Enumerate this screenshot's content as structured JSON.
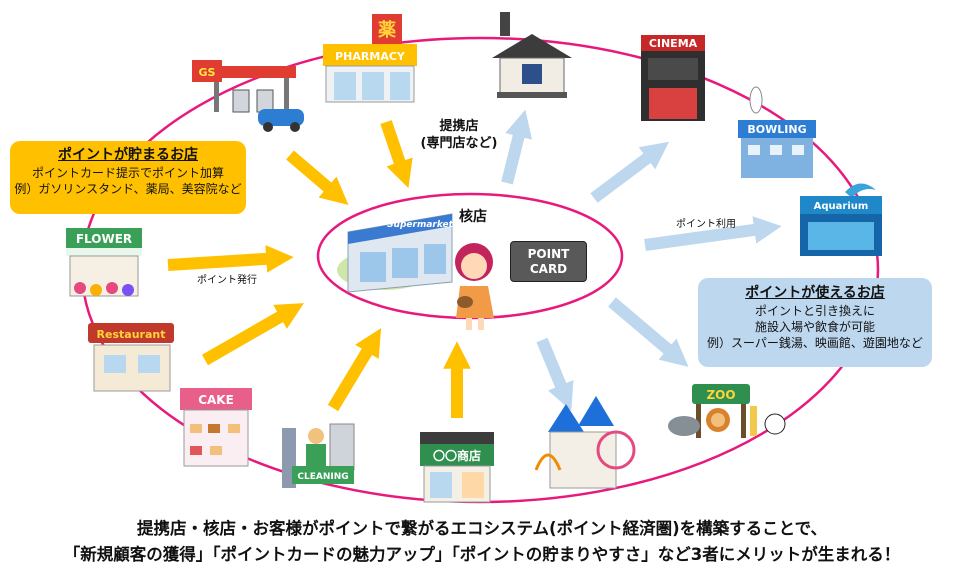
{
  "left_box": {
    "title": "ポイントが貯まるお店",
    "line1": "ポイントカード提示でポイント加算",
    "line2": "例）ガソリンスタンド、薬局、美容院など"
  },
  "right_box": {
    "title": "ポイントが使えるお店",
    "line1": "ポイントと引き換えに",
    "line2": "施設入場や飲食が可能",
    "line3": "例）スーパー銭湯、映画館、遊園地など"
  },
  "partner_label": {
    "line1": "提携店",
    "line2": "(専門店など)"
  },
  "core_label": "核店",
  "point_issue_label": "ポイント発行",
  "point_use_label": "ポイント利用",
  "point_card": {
    "line1": "POINT",
    "line2": "CARD"
  },
  "store_signs": {
    "gas": "GS",
    "pharmacy_kanji": "薬",
    "pharmacy": "PHARMACY",
    "cinema": "CINEMA",
    "bowling": "BOWLING",
    "aquarium": "Aquarium",
    "flower": "FLOWER",
    "restaurant": "Restaurant",
    "cake": "CAKE",
    "cleaning": "CLEANING",
    "local_shop": "〇〇商店",
    "zoo": "ZOO",
    "supermarket": "Supermarket"
  },
  "footer": {
    "line1": "提携店・核店・お客様がポイントで繋がるエコシステム(ポイント経済圏)を構築することで、",
    "line2": "「新規顧客の獲得」「ポイントカードの魅力アップ」「ポイントの貯まりやすさ」など3者にメリットが生まれる！"
  },
  "colors": {
    "ring": "#e8197d",
    "earn_arrow": "#ffc000",
    "use_arrow": "#bdd7ee",
    "card": "#595959"
  }
}
